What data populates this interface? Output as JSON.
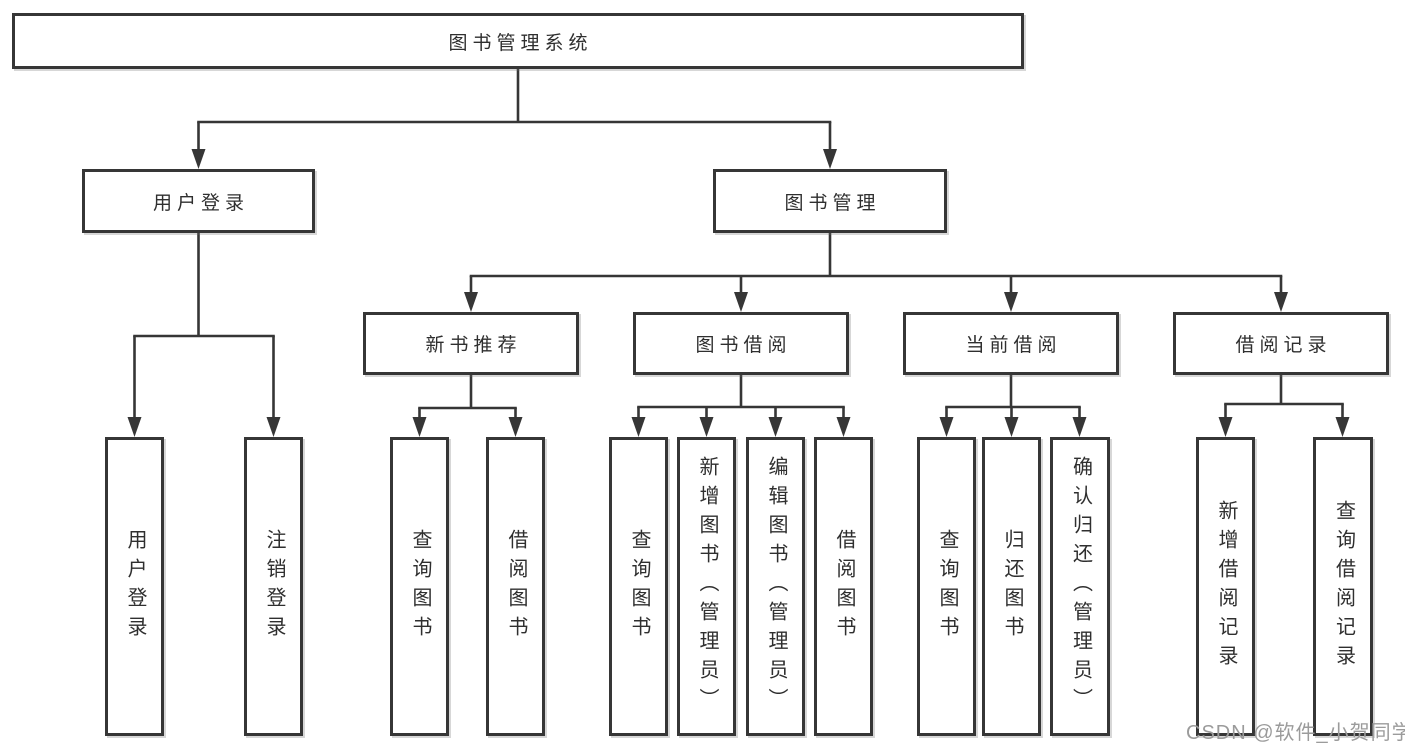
{
  "tree": {
    "root": {
      "label": "图书管理系统"
    },
    "children": [
      {
        "label": "用户登录",
        "children": [
          {
            "label": "用户登录"
          },
          {
            "label": "注销登录"
          }
        ]
      },
      {
        "label": "图书管理",
        "children": [
          {
            "label": "新书推荐",
            "children": [
              {
                "label": "查询图书"
              },
              {
                "label": "借阅图书"
              }
            ]
          },
          {
            "label": "图书借阅",
            "children": [
              {
                "label": "查询图书"
              },
              {
                "label": "新增图书（管理员）"
              },
              {
                "label": "编辑图书（管理员）"
              },
              {
                "label": "借阅图书"
              }
            ]
          },
          {
            "label": "当前借阅",
            "children": [
              {
                "label": "查询图书"
              },
              {
                "label": "归还图书"
              },
              {
                "label": "确认归还（管理员）"
              }
            ]
          },
          {
            "label": "借阅记录",
            "children": [
              {
                "label": "新增借阅记录"
              },
              {
                "label": "查询借阅记录"
              }
            ]
          }
        ]
      }
    ]
  },
  "watermark": {
    "text": "CSDN @软件_小贺同学"
  },
  "colors": {
    "line": "#363636",
    "box_border": "#363636",
    "text": "#2f2f2f",
    "background": "#ffffff",
    "watermark": "#9b9b9b"
  }
}
